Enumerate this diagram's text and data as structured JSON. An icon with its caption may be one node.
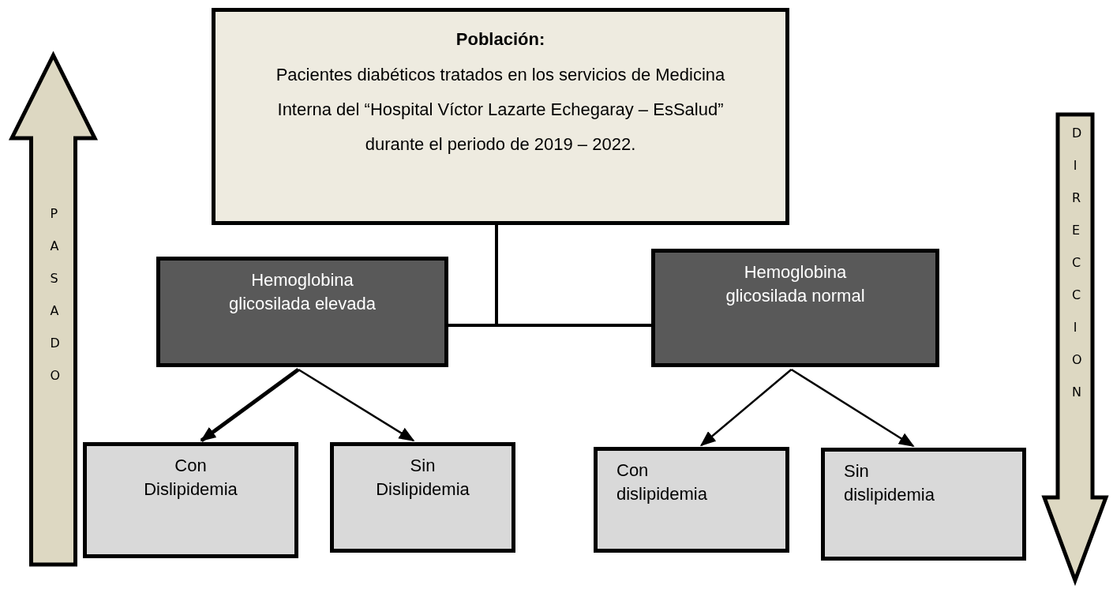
{
  "diagram": {
    "nodes": [
      {
        "text": [
          "Población:",
          "Pacientes diabéticos tratados en los servicios de Medicina Interna del “Hospital Víctor Lazarte Echegaray – EsSalud” durante el periodo de 2019 – 2022."
        ]
      },
      {
        "text": [
          "Hemoglobina glicosilada elevada"
        ]
      },
      {
        "text": [
          "Hemoglobina glicosilada normal"
        ]
      },
      {
        "text": [
          "Con Dislipidemia"
        ]
      },
      {
        "text": [
          "Sin Dislipidemia"
        ]
      },
      {
        "text": [
          "Con dislipidemia"
        ]
      },
      {
        "text": [
          "Sin dislipidemia"
        ]
      },
      {
        "text": [
          "PASADO"
        ]
      },
      {
        "text": [
          "DIRECCION"
        ]
      }
    ],
    "edges": [
      {
        "from": 0,
        "to": 1,
        "arrow": "none"
      },
      {
        "from": 0,
        "to": 2,
        "arrow": "none"
      },
      {
        "from": 1,
        "to": 3,
        "arrow": "to",
        "style": "thick"
      },
      {
        "from": 1,
        "to": 4,
        "arrow": "to"
      },
      {
        "from": 2,
        "to": 5,
        "arrow": "to"
      },
      {
        "from": 2,
        "to": 6,
        "arrow": "to"
      }
    ]
  }
}
